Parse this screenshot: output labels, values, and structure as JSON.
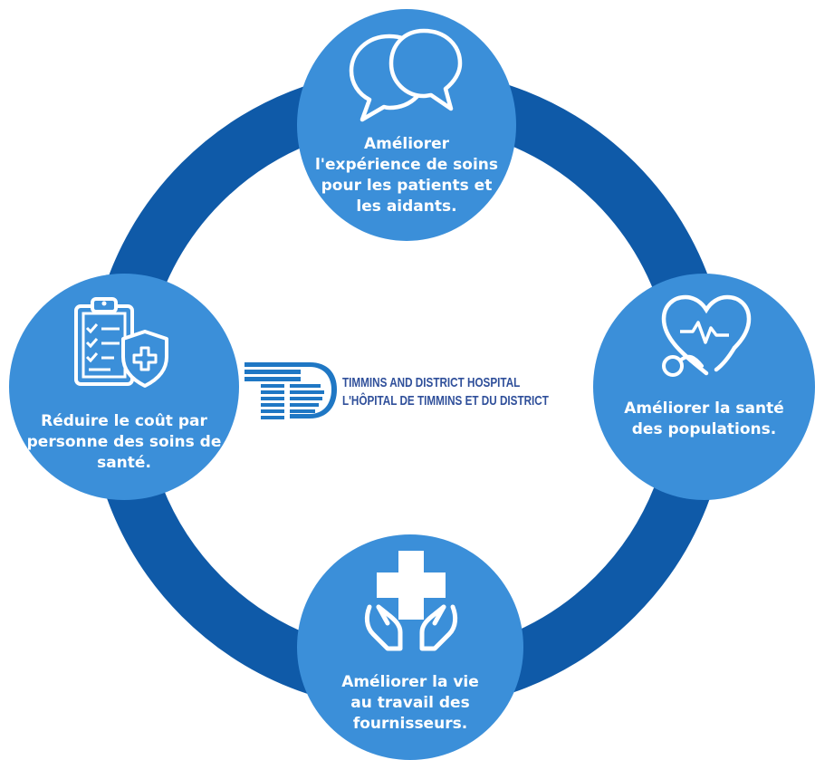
{
  "colors": {
    "ring": "#0f5aa8",
    "node": "#3b8fd9",
    "text": "#ffffff",
    "logo_text": "#2f4f9a"
  },
  "nodes": {
    "top": {
      "icon": "chat-bubbles-icon",
      "label": "Améliorer l'expérience de soins pour les patients et les aidants."
    },
    "left": {
      "icon": "clipboard-shield-icon",
      "label": "Réduire le coût par personne des soins de santé."
    },
    "right": {
      "icon": "heart-stethoscope-icon",
      "label": "Améliorer la santé des populations."
    },
    "bottom": {
      "icon": "hands-medical-cross-icon",
      "label": "Améliorer la vie au travail des fournisseurs."
    }
  },
  "logo": {
    "line1": "TIMMINS AND DISTRICT HOSPITAL",
    "line2": "L'HÔPITAL DE TIMMINS ET DU DISTRICT"
  }
}
